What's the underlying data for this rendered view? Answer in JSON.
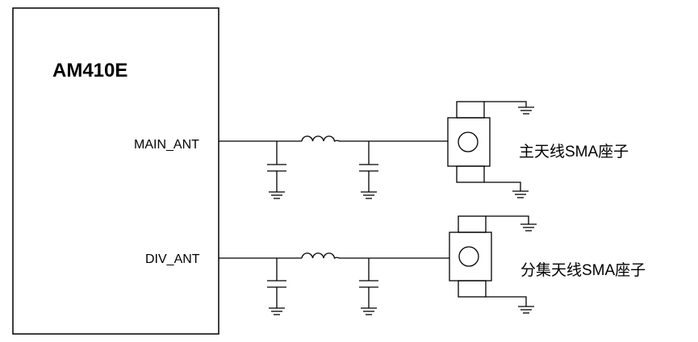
{
  "module": {
    "name": "AM410E"
  },
  "pins": [
    {
      "label": "MAIN_ANT"
    },
    {
      "label": "DIV_ANT"
    }
  ],
  "connectors": [
    {
      "label": "主天线SMA座子"
    },
    {
      "label": "分集天线SMA座子"
    }
  ]
}
